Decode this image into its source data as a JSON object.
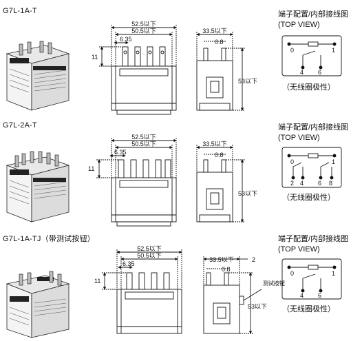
{
  "sections": [
    {
      "model": "G7L-1A-T",
      "dims": {
        "overall_w": "52.5以下",
        "inner_w": "50.5以下",
        "pitch": "6.35",
        "terminal_h": "11",
        "depth": "33.5以下",
        "offset": "0.8",
        "height": "53以下"
      },
      "config_title": "端子配置/内部接线图",
      "config_view": "(TOP VIEW)",
      "config_note": "（无线圈极性）",
      "pins": [
        "0",
        "1",
        "4",
        "6"
      ]
    },
    {
      "model": "G7L-2A-T",
      "dims": {
        "overall_w": "52.5以下",
        "inner_w": "50.5以下",
        "pitch": "6.35",
        "terminal_h": "11",
        "depth": "33.5以下",
        "offset": "0.8",
        "height": "53以下"
      },
      "config_title": "端子配置/内部接线图",
      "config_view": "(TOP VIEW)",
      "config_note": "（无线圈极性）",
      "pins": [
        "0",
        "1",
        "2",
        "4",
        "6",
        "8"
      ]
    },
    {
      "model": "G7L-1A-TJ（带测试按钮）",
      "dims": {
        "overall_w": "52.5以下",
        "inner_w": "50.5以下",
        "pitch": "6.35",
        "terminal_h": "11",
        "depth": "33.5以下",
        "offset": "0.8",
        "extra": "2",
        "height": "53以下",
        "test_button": "测试按钮"
      },
      "config_title": "端子配置/内部接线图",
      "config_view": "(TOP VIEW)",
      "config_note": "（无线圈极性）",
      "pins": [
        "0",
        "1",
        "4",
        "6"
      ]
    }
  ]
}
